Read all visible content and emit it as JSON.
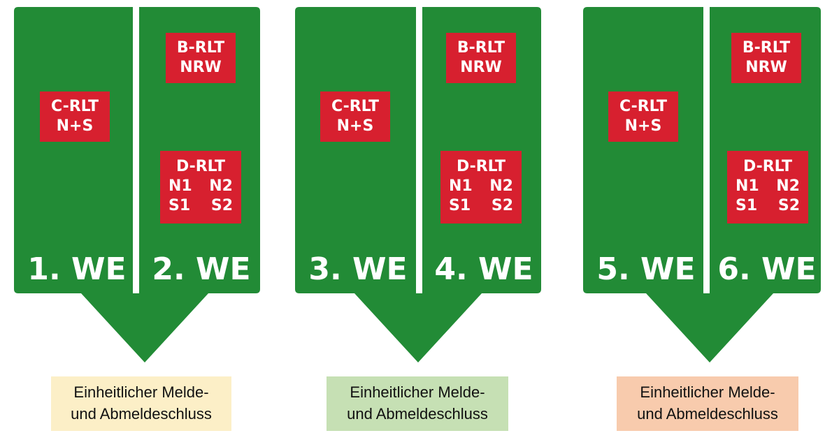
{
  "colors": {
    "green": "#228b36",
    "divider": "#ffffff",
    "badge": "#d7202f",
    "note_yellow": "#fcefc7",
    "note_green": "#c6e0b4",
    "note_orange": "#f8cbad"
  },
  "groups": [
    {
      "left_label": "1. WE",
      "right_label": "2. WE",
      "c_badge": {
        "line1": "C-RLT",
        "line2": "N+S"
      },
      "b_badge": {
        "line1": "B-RLT",
        "line2": "NRW"
      },
      "d_badge": {
        "line1": "D-RLT",
        "n1": "N1",
        "n2": "N2",
        "s1": "S1",
        "s2": "S2"
      },
      "note": {
        "line1": "Einheitlicher Melde-",
        "line2": "und Abmeldeschluss",
        "color": "#fcefc7"
      }
    },
    {
      "left_label": "3. WE",
      "right_label": "4. WE",
      "c_badge": {
        "line1": "C-RLT",
        "line2": "N+S"
      },
      "b_badge": {
        "line1": "B-RLT",
        "line2": "NRW"
      },
      "d_badge": {
        "line1": "D-RLT",
        "n1": "N1",
        "n2": "N2",
        "s1": "S1",
        "s2": "S2"
      },
      "note": {
        "line1": "Einheitlicher Melde-",
        "line2": "und Abmeldeschluss",
        "color": "#c6e0b4"
      }
    },
    {
      "left_label": "5. WE",
      "right_label": "6. WE",
      "c_badge": {
        "line1": "C-RLT",
        "line2": "N+S"
      },
      "b_badge": {
        "line1": "B-RLT",
        "line2": "NRW"
      },
      "d_badge": {
        "line1": "D-RLT",
        "n1": "N1",
        "n2": "N2",
        "s1": "S1",
        "s2": "S2"
      },
      "note": {
        "line1": "Einheitlicher Melde-",
        "line2": "und Abmeldeschluss",
        "color": "#f8cbad"
      }
    }
  ]
}
